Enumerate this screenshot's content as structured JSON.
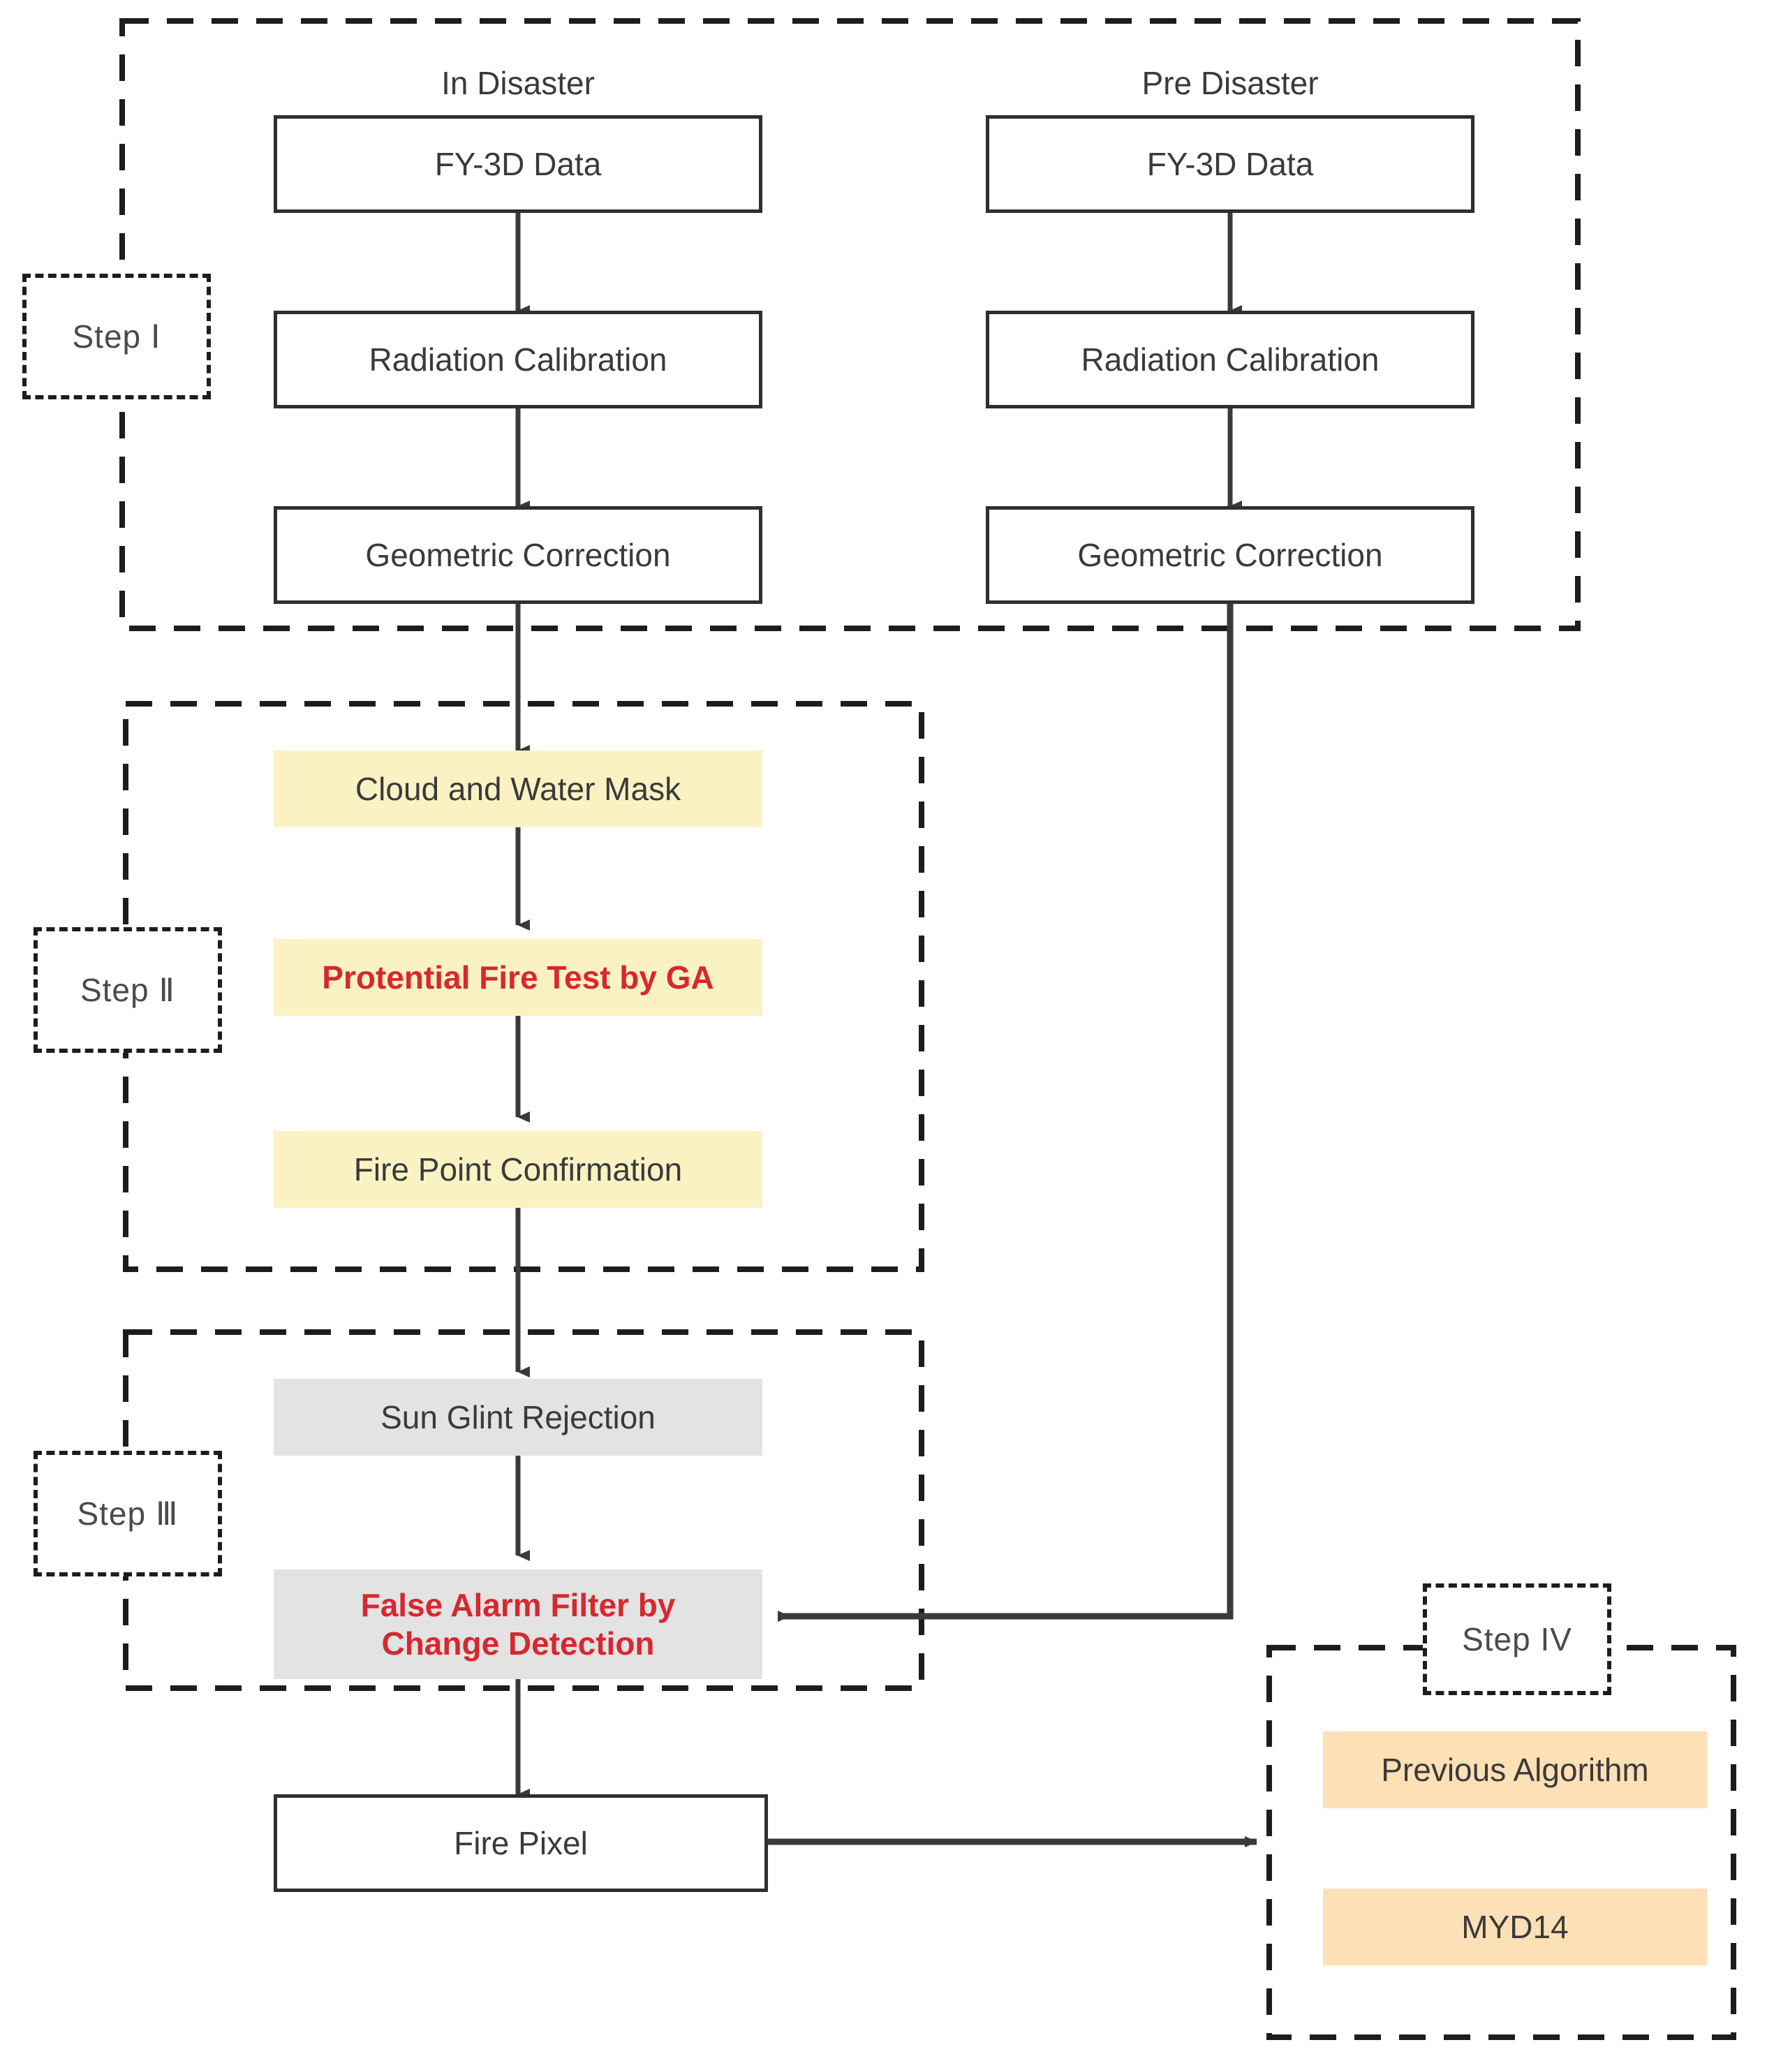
{
  "diagram": {
    "title": "FY-3D Fire Detection Algorithm Flowchart",
    "colors": {
      "stroke": "#2f2f2f",
      "dash": "#1d1d1d",
      "text": "#3a3a3a",
      "highlight_red": "#d7282f",
      "fill_yellow": "#fbf2c4",
      "fill_gray": "#e3e3e3",
      "fill_orange": "#fde0b5",
      "background": "#ffffff"
    },
    "column_captions": [
      {
        "id": "in-disaster",
        "label": "In Disaster"
      },
      {
        "id": "pre-disaster",
        "label": "Pre Disaster"
      }
    ],
    "step_labels": [
      {
        "id": "step-1",
        "label": "Step Ⅰ"
      },
      {
        "id": "step-2",
        "label": "Step Ⅱ"
      },
      {
        "id": "step-3",
        "label": "Step Ⅲ"
      },
      {
        "id": "step-4",
        "label": "Step IV"
      }
    ],
    "nodes": {
      "in_fy3d": "FY-3D Data",
      "in_radiation": "Radiation Calibration",
      "in_geometric": "Geometric Correction",
      "pre_fy3d": "FY-3D Data",
      "pre_radiation": "Radiation Calibration",
      "pre_geometric": "Geometric Correction",
      "cloud_water_mask": "Cloud and Water Mask",
      "potential_fire_test": "Protential Fire Test by GA",
      "fire_point_confirmation": "Fire Point Confirmation",
      "sun_glint_rejection": "Sun Glint Rejection",
      "false_alarm_filter_line1": "False Alarm Filter by",
      "false_alarm_filter_line2": "Change Detection",
      "fire_pixel": "Fire Pixel",
      "previous_algorithm": "Previous Algorithm",
      "myd14": "MYD14"
    }
  }
}
